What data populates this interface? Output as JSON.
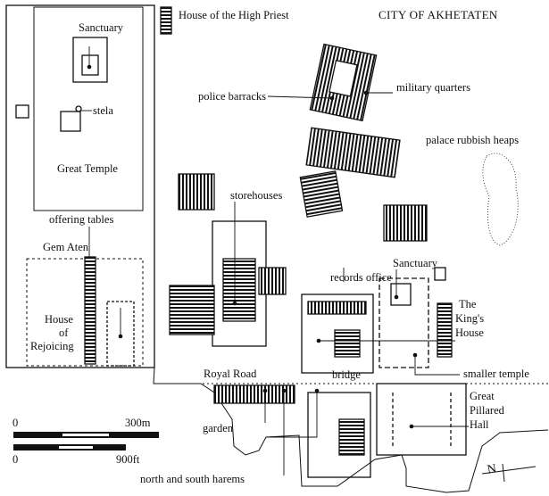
{
  "title": "CITY OF AKHETATEN",
  "labels": {
    "sanctuary_temple": "Sanctuary",
    "high_priest": "House of the High Priest",
    "police": "police barracks",
    "military": "military quarters",
    "stela": "stela",
    "rubbish": "palace rubbish heaps",
    "great_temple": "Great Temple",
    "storehouses": "storehouses",
    "offering": "offering tables",
    "gem_aten": "Gem Aten",
    "sanctuary_small": "Sanctuary",
    "records": "records office",
    "rejoicing": [
      "House",
      "of",
      "Rejoicing"
    ],
    "kings_house": [
      "The",
      "King's",
      "House"
    ],
    "royal_road": "Royal Road",
    "bridge": "bridge",
    "smaller_temple": "smaller temple",
    "pillared_hall": [
      "Great",
      "Pillared",
      "Hall"
    ],
    "garden": "garden",
    "harems": "north and south harems"
  },
  "scale": {
    "metric_start": "0",
    "metric_end": "300m",
    "imperial_start": "0",
    "imperial_end": "900ft"
  },
  "north_arrow": "N"
}
